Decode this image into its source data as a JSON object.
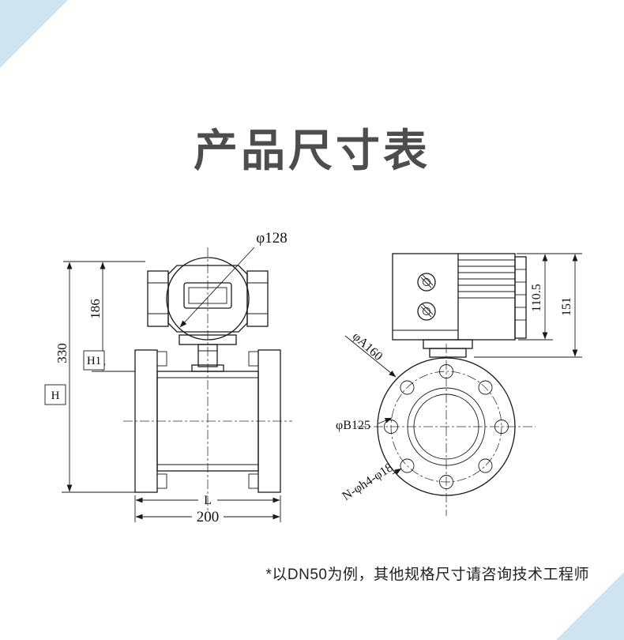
{
  "page": {
    "title": "产品尺寸表",
    "footnote": "*以DN50为例，其他规格尺寸请咨询技术工程师"
  },
  "colors": {
    "accent_triangle": "#cfe4f1",
    "line": "#1a1a1a",
    "title_text": "#4d4d4d"
  },
  "front_view": {
    "top_diameter": "φ128",
    "h1_value": "186",
    "h1_label": "H1",
    "h_value": "330",
    "h_label": "H",
    "length_label": "L",
    "length_value": "200"
  },
  "end_view": {
    "upper_height": "110.5",
    "total_height": "151",
    "outer_diameter": "φA160",
    "bolt_circle": "φB125",
    "bolt_holes": "N-φh4-φ18"
  }
}
